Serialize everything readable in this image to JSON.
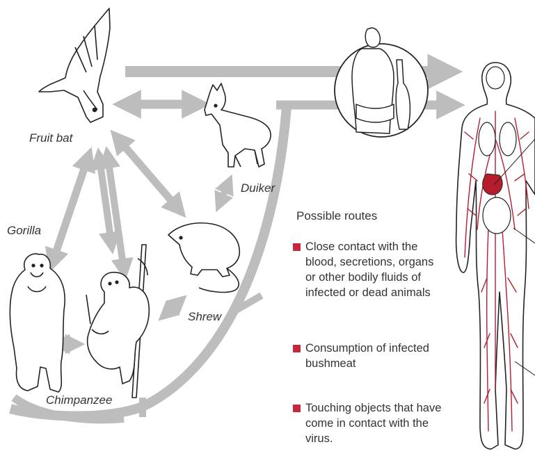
{
  "animals": {
    "fruit_bat": "Fruit bat",
    "duiker": "Duiker",
    "gorilla": "Gorilla",
    "shrew": "Shrew",
    "chimpanzee": "Chimpanzee"
  },
  "routes": {
    "heading": "Possible routes",
    "items": [
      "Close contact with the blood, secretions, organs or other bodily fluids of infected or dead animals",
      "Consumption of infected bushmeat",
      "Touching objects that have come in contact with the virus."
    ]
  },
  "colors": {
    "arrow": "#bdbdbd",
    "bullet": "#c5283c",
    "vessels": "#b51d2c",
    "outline": "#222222"
  },
  "icons": [
    "fruit-bat-illustration",
    "duiker-illustration",
    "gorilla-illustration",
    "chimpanzee-illustration",
    "shrew-illustration",
    "hunter-with-bushmeat-illustration",
    "human-body-circulatory-illustration"
  ]
}
